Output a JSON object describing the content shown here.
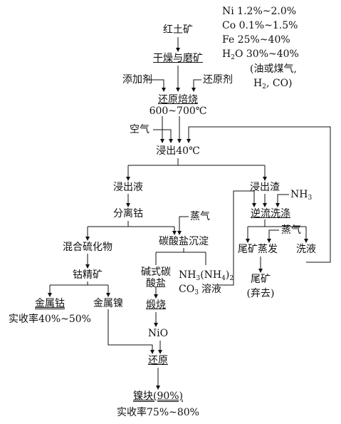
{
  "composition": {
    "ni": "Ni 1.2%~2.0%",
    "co": "Co 0.1%~1.5%",
    "fe": "Fe 25%~40%",
    "h2o_prefix": "H",
    "h2o_sub": "2",
    "h2o_suffix": "O 30%~40%"
  },
  "fuel": {
    "line1": "(油或煤气,",
    "h2_prefix": "H",
    "h2_sub": "2",
    "h2_suffix": ", CO)"
  },
  "nodes": {
    "laterite": "红土矿",
    "dry_grind": "干燥与磨矿",
    "additive": "添加剂",
    "reductant": "还原剂",
    "roast": "还原焙烧",
    "roast_temp": "600~700℃",
    "air": "空气",
    "leach": "浸出40℃",
    "leachate": "浸出液",
    "residue": "浸出渣",
    "nh3_prefix": "NH",
    "nh3_sub": "3",
    "counter_wash": "逆流洗涤",
    "steam_wash": "蒸气",
    "tailings_evap": "尾矿蒸发",
    "wash_liquor": "洗液",
    "tailings": "尾矿",
    "discard": "(弃去)",
    "separate_co": "分离钴",
    "steam": "蒸气",
    "mixed_sulfide": "混合硫化物",
    "carbonate_precip": "碳酸盐沉淀",
    "co_concentrate": "钴精矿",
    "basic_carbonate_1": "碱式碳",
    "basic_carbonate_2": "酸盐",
    "nh_solution_prefix": "NH",
    "nh_solution_sub1": "3",
    "nh_solution_mid": "(NH",
    "nh_solution_sub2": "4",
    "nh_solution_close": ")",
    "nh_solution_sub3": "2",
    "co3": "CO",
    "co3_sub": "3",
    "solution": "溶液",
    "metal_co": "金属钴",
    "metal_ni": "金属镍",
    "calcine": "煅烧",
    "nio": "NiO",
    "reduce": "还原",
    "ni_block": "镍块(90%)",
    "recovery_co": "实收率40%~50%",
    "recovery_ni": "实收率75%~80%"
  },
  "colors": {
    "line": "#111111",
    "text": "#111111",
    "background": "#ffffff"
  }
}
